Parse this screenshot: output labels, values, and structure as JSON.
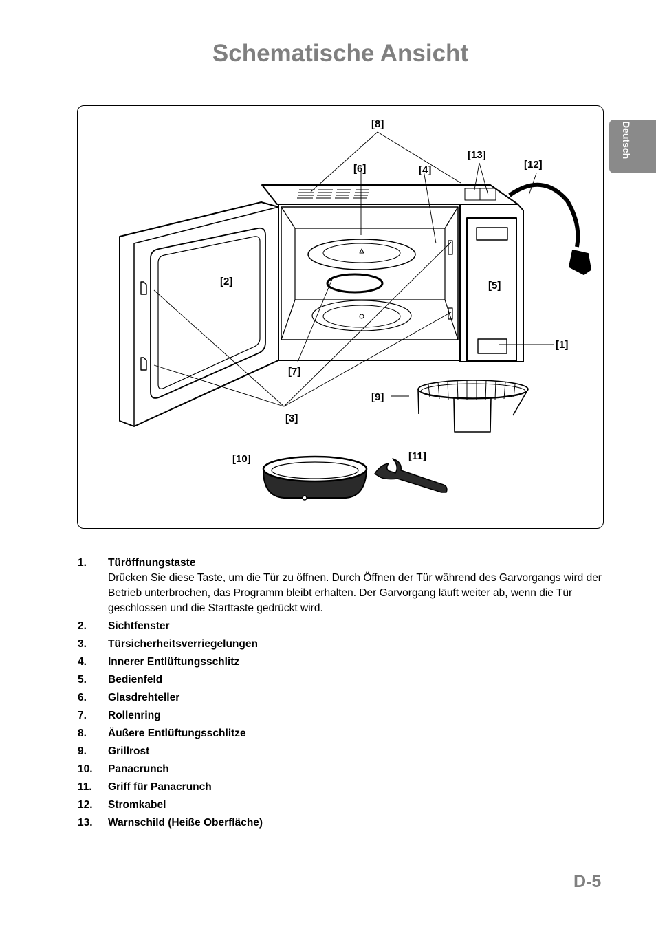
{
  "page": {
    "title": "Schematische Ansicht",
    "language_tab": "Deutsch",
    "page_number": "D-5"
  },
  "diagram": {
    "callouts": {
      "c1": "[1]",
      "c2": "[2]",
      "c3": "[3]",
      "c4": "[4]",
      "c5": "[5]",
      "c6": "[6]",
      "c7": "[7]",
      "c8": "[8]",
      "c9": "[9]",
      "c10": "[10]",
      "c11": "[11]",
      "c12": "[12]",
      "c13": "[13]"
    }
  },
  "items": [
    {
      "num": "1.",
      "label": "Türöffnungstaste",
      "desc": "Drücken Sie diese Taste, um die Tür zu öffnen. Durch Öffnen der Tür während des Garvorgangs wird der Betrieb unterbrochen, das Programm bleibt erhalten. Der Garvorgang läuft weiter ab, wenn die Tür geschlossen und die Starttaste gedrückt wird."
    },
    {
      "num": "2.",
      "label": "Sichtfenster"
    },
    {
      "num": "3.",
      "label": "Türsicherheitsverriegelungen"
    },
    {
      "num": "4.",
      "label": "Innerer Entlüftungsschlitz"
    },
    {
      "num": "5.",
      "label": "Bedienfeld"
    },
    {
      "num": "6.",
      "label": "Glasdrehteller"
    },
    {
      "num": "7.",
      "label": "Rollenring"
    },
    {
      "num": "8.",
      "label": "Äußere Entlüftungsschlitze"
    },
    {
      "num": "9.",
      "label": "Grillrost"
    },
    {
      "num": "10.",
      "label": "Panacrunch"
    },
    {
      "num": "11.",
      "label": "Griff für Panacrunch"
    },
    {
      "num": "12.",
      "label": "Stromkabel"
    },
    {
      "num": "13.",
      "label": "Warnschild (Heiße Oberfläche)"
    }
  ]
}
